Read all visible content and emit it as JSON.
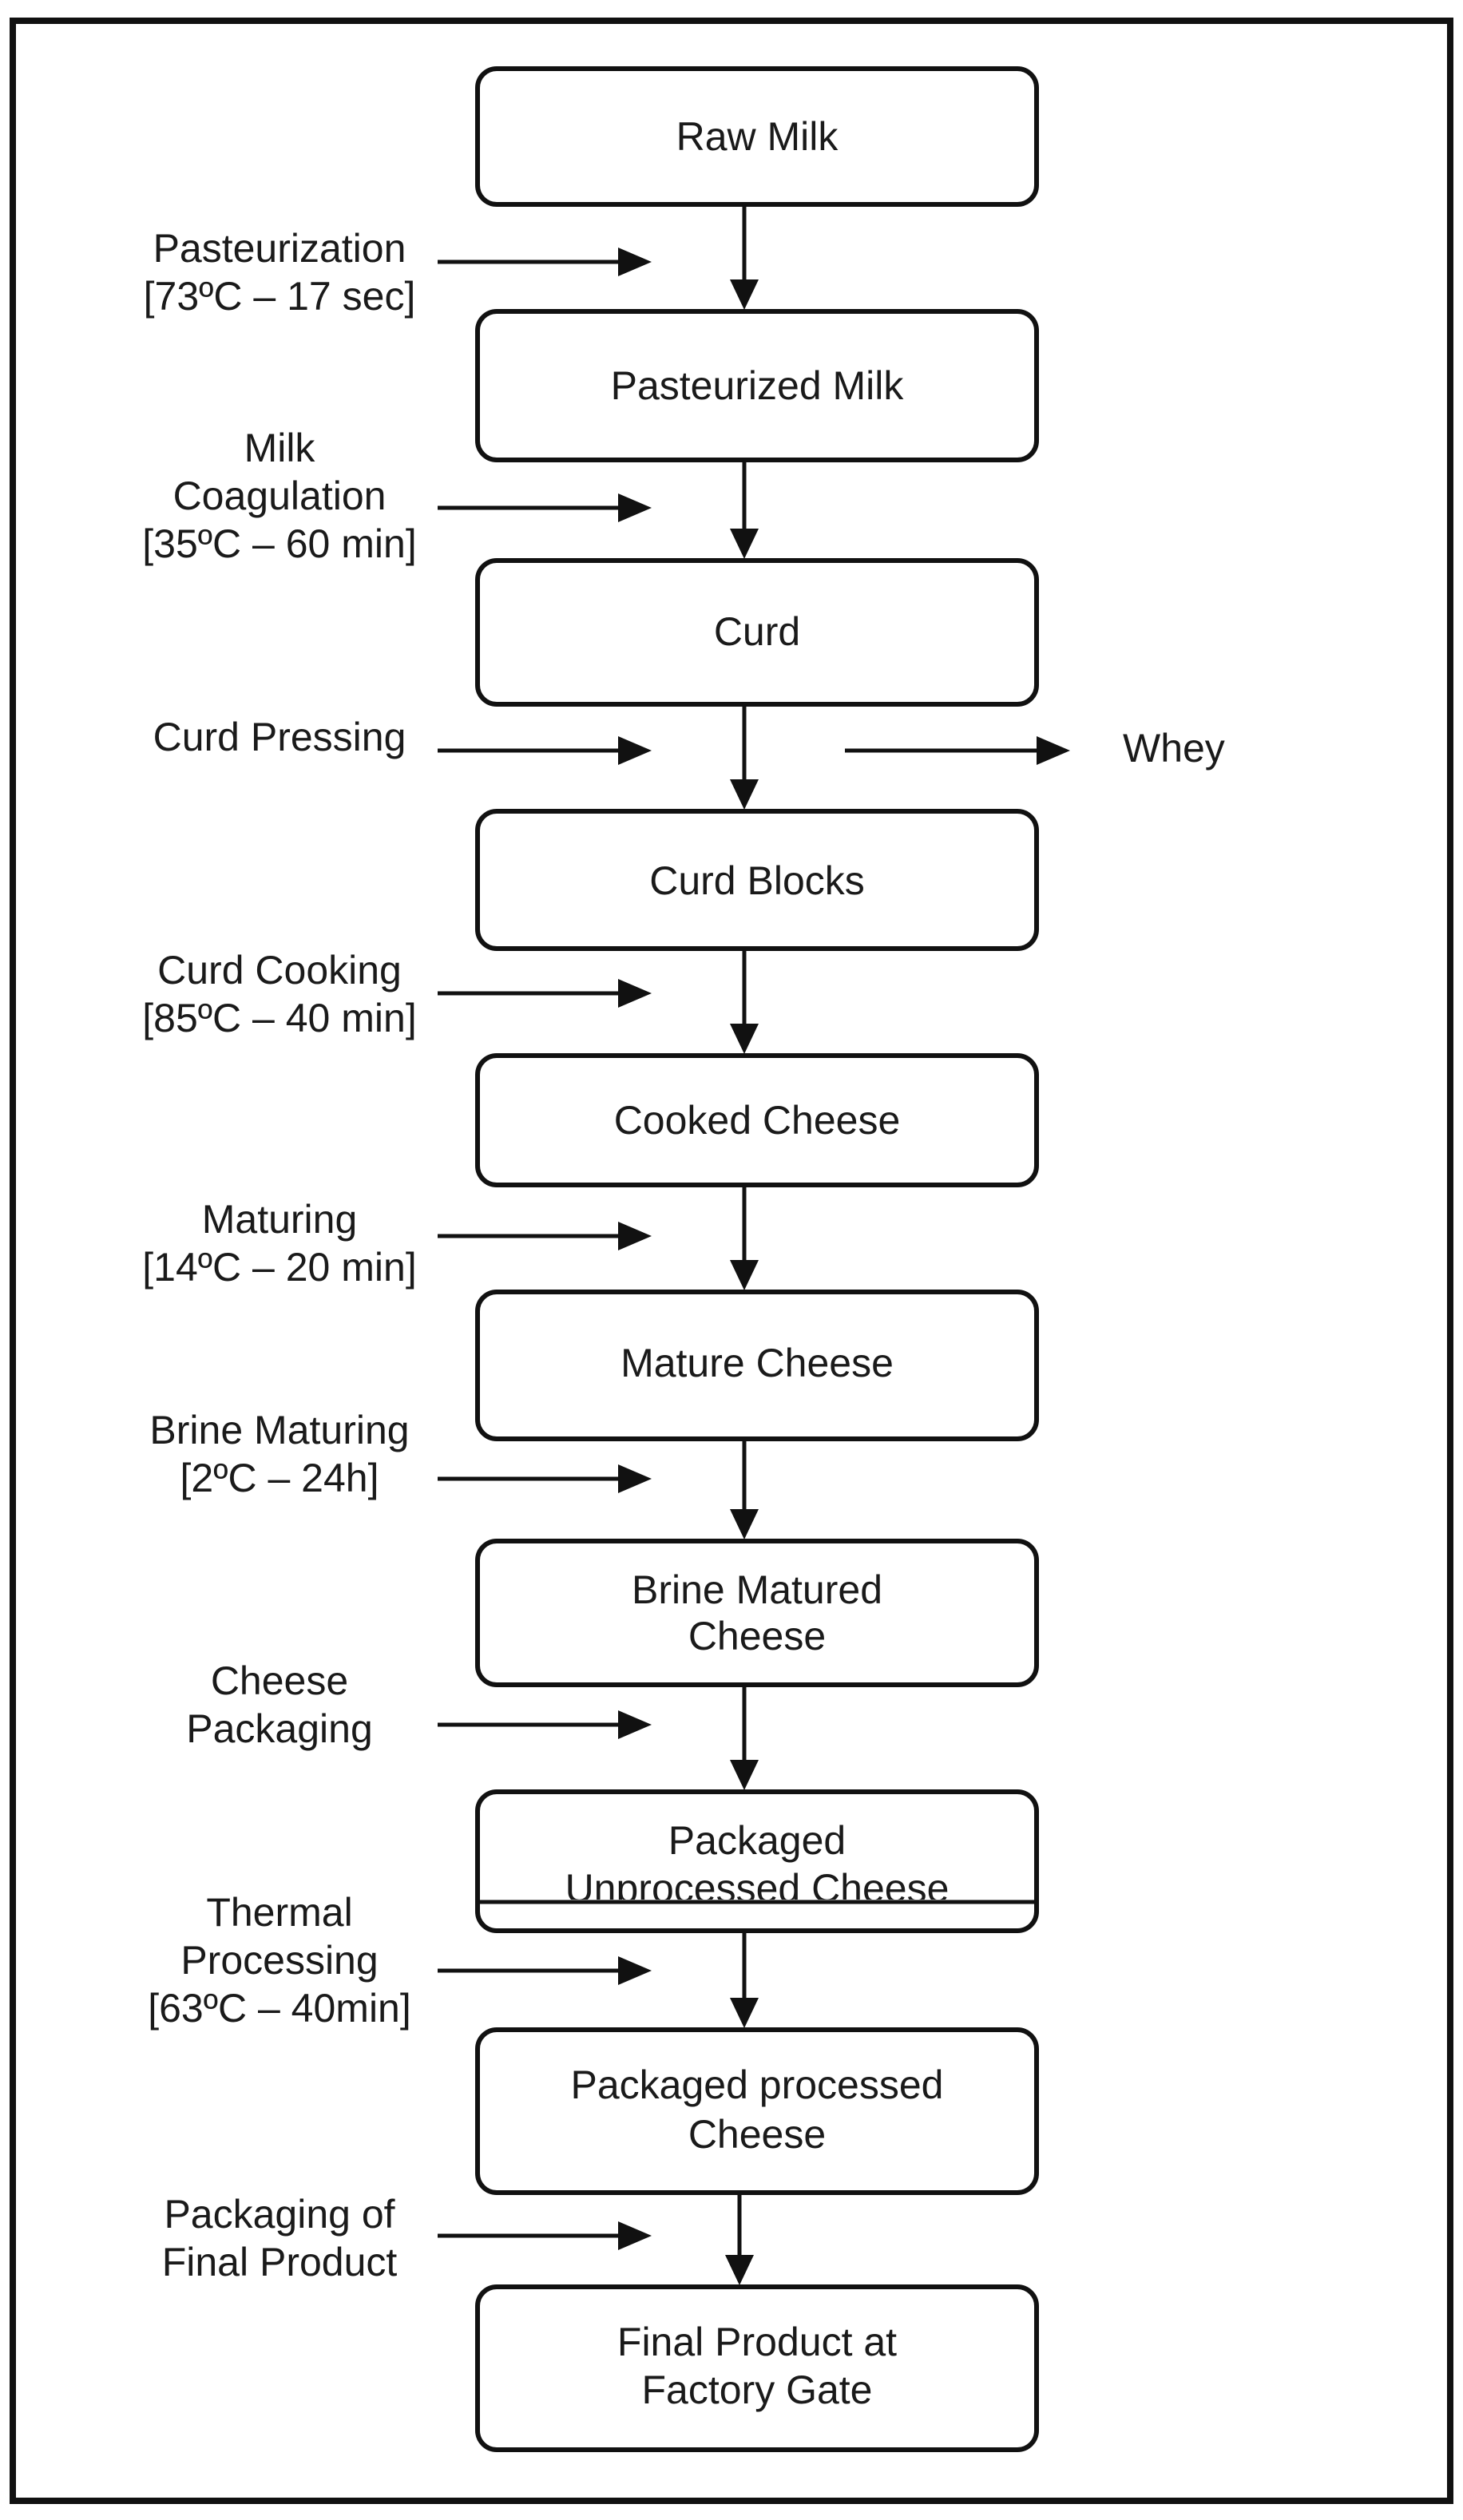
{
  "boxes": [
    {
      "lines": [
        "Raw Milk"
      ]
    },
    {
      "lines": [
        "Pasteurized Milk"
      ]
    },
    {
      "lines": [
        "Curd"
      ]
    },
    {
      "lines": [
        "Curd Blocks"
      ]
    },
    {
      "lines": [
        "Cooked Cheese"
      ]
    },
    {
      "lines": [
        "Mature Cheese"
      ]
    },
    {
      "lines": [
        "Brine Matured",
        "Cheese"
      ]
    },
    {
      "lines": [
        "Packaged",
        "Unprocessed Cheese"
      ]
    },
    {
      "lines": [
        "Packaged processed",
        "Cheese"
      ]
    },
    {
      "lines": [
        "Final Product at",
        "Factory Gate"
      ]
    }
  ],
  "steps": [
    {
      "lines": [
        "Pasteurization",
        "[73ºC – 17 sec]"
      ]
    },
    {
      "lines": [
        "Milk",
        "Coagulation",
        "[35ºC – 60 min]"
      ]
    },
    {
      "lines": [
        "Curd Pressing"
      ]
    },
    {
      "lines": [
        "Curd Cooking",
        "[85ºC – 40 min]"
      ]
    },
    {
      "lines": [
        "Maturing",
        "[14ºC – 20 min]"
      ]
    },
    {
      "lines": [
        "Brine Maturing",
        "[2ºC – 24h]"
      ]
    },
    {
      "lines": [
        "Cheese",
        "Packaging"
      ]
    },
    {
      "lines": [
        "Thermal",
        "Processing",
        "[63ºC – 40min]"
      ]
    },
    {
      "lines": [
        "Packaging of",
        "Final Product"
      ]
    }
  ],
  "output": {
    "label": "Whey"
  }
}
